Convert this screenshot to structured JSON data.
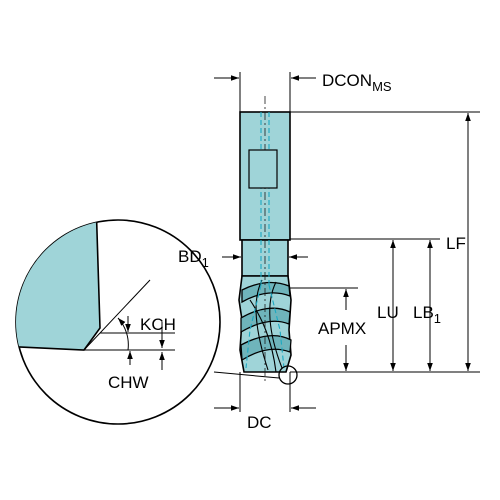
{
  "colors": {
    "tool_fill": "#9fd4d8",
    "tool_dark": "#6fb4bb",
    "coolant": "#1ba9c2",
    "line": "#000000",
    "background": "#ffffff"
  },
  "labels": {
    "dcon": "DCON",
    "dcon_sub": "MS",
    "bd": "BD",
    "bd_sub": "1",
    "lf": "LF",
    "lu": "LU",
    "lb": "LB",
    "lb_sub": "1",
    "apmx": "APMX",
    "kch": "KCH",
    "chw": "CHW",
    "dc": "DC"
  }
}
